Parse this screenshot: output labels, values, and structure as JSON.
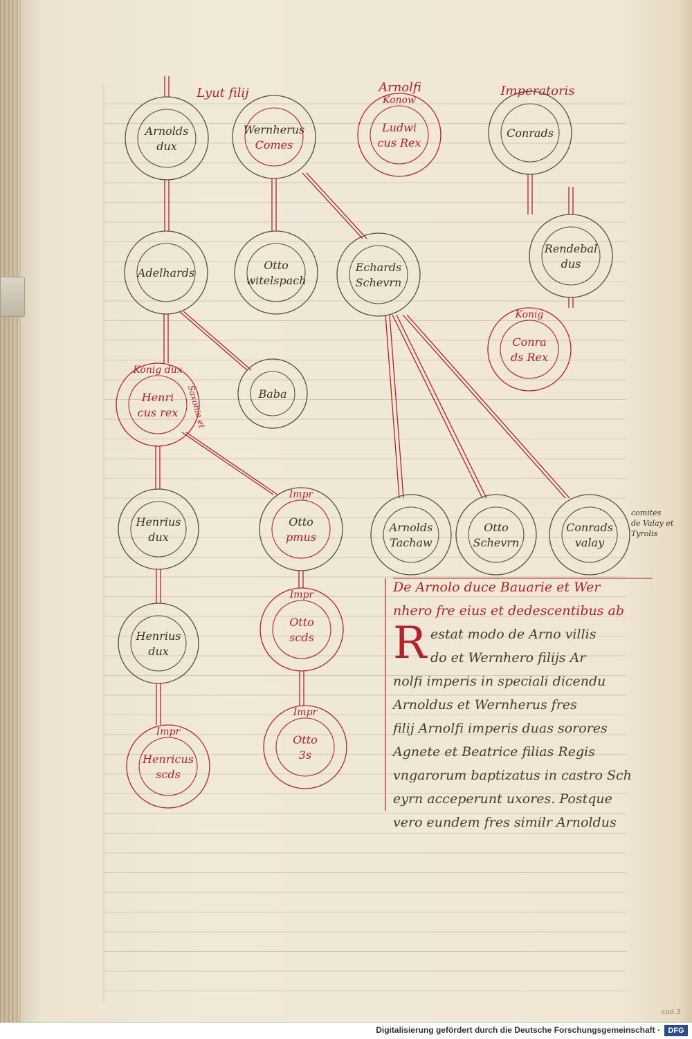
{
  "header_notes": [
    {
      "id": "note-lyut-filij",
      "text": "Lyut filij"
    },
    {
      "id": "note-arnolfi",
      "text": "Arnolfi"
    },
    {
      "id": "note-imperatoris",
      "text": "Imperatoris"
    }
  ],
  "nodes": [
    {
      "id": "arnolds-dux",
      "lines": [
        "Arnolds",
        "dux"
      ],
      "tone": "ink"
    },
    {
      "id": "wernherus-comes",
      "lines": [
        "Wernherus",
        "Comes"
      ],
      "tone": "mixed"
    },
    {
      "id": "ludwicus-rex",
      "top": "Konow",
      "lines": [
        "Ludwi",
        "cus Rex"
      ],
      "tone": "red"
    },
    {
      "id": "conrads",
      "lines": [
        "Conrads"
      ],
      "tone": "ink"
    },
    {
      "id": "adelhards",
      "lines": [
        "Adelhards"
      ],
      "tone": "ink"
    },
    {
      "id": "otto-witelspach",
      "lines": [
        "Otto",
        "witelspach"
      ],
      "tone": "ink"
    },
    {
      "id": "echards-schevrn",
      "lines": [
        "Echards",
        "Schevrn"
      ],
      "tone": "ink"
    },
    {
      "id": "rendebal-dus",
      "lines": [
        "Rendebal",
        "dus"
      ],
      "tone": "ink"
    },
    {
      "id": "conrads-rex",
      "top": "Konig",
      "lines": [
        "Conra",
        "ds Rex"
      ],
      "tone": "red"
    },
    {
      "id": "henricus-rex",
      "top": "Konig dux",
      "lines": [
        "Henri",
        "cus rex"
      ],
      "side": "Saxonie et",
      "tone": "red"
    },
    {
      "id": "baba",
      "lines": [
        "Baba"
      ],
      "tone": "ink"
    },
    {
      "id": "henricus-dux-1",
      "lines": [
        "Henrius",
        "dux"
      ],
      "tone": "ink"
    },
    {
      "id": "otto-primus",
      "top": "Impr",
      "lines": [
        "Otto",
        "pmus"
      ],
      "tone": "mixed"
    },
    {
      "id": "arnolds-tachaw",
      "lines": [
        "Arnolds",
        "Tachaw"
      ],
      "tone": "ink"
    },
    {
      "id": "otto-schevrn",
      "lines": [
        "Otto",
        "Schevrn"
      ],
      "tone": "ink"
    },
    {
      "id": "conrads-valay",
      "lines": [
        "Conrads",
        "valay"
      ],
      "tone": "ink"
    },
    {
      "id": "henricus-dux-2",
      "lines": [
        "Henrius",
        "dux"
      ],
      "tone": "ink"
    },
    {
      "id": "otto-scds",
      "top": "Impr",
      "lines": [
        "Otto",
        "scds"
      ],
      "tone": "red"
    },
    {
      "id": "henricus-scds",
      "top": "Impr",
      "lines": [
        "Henricus",
        "scds"
      ],
      "tone": "red"
    },
    {
      "id": "otto-3s",
      "top": "Impr",
      "lines": [
        "Otto",
        "3s"
      ],
      "tone": "red"
    }
  ],
  "margin_note": [
    "comites",
    "de Valay et",
    "Tyrolis"
  ],
  "text_block": {
    "heading": [
      "De Arnolo duce Bauarie et Wer",
      "nhero fre eius et dedescentibus ab"
    ],
    "initial": "R",
    "body": [
      "estat modo de Arno villis",
      "do et Wernhero filijs Ar",
      "nolfi imperis in speciali dicendu",
      "Arnoldus et Wernherus fres",
      "filij Arnolfi imperis duas sorores",
      "Agnete et Beatrice filias Regis",
      "vngarorum baptizatus in castro Sch",
      "eyrn acceperunt uxores. Postque",
      "vero eundem fres similr Arnoldus"
    ]
  },
  "footer": {
    "credit": "Digitalisierung gefördert durch die Deutsche Forschungsgemeinschaft ·",
    "logo": "DFG"
  },
  "folio": "cod.3"
}
